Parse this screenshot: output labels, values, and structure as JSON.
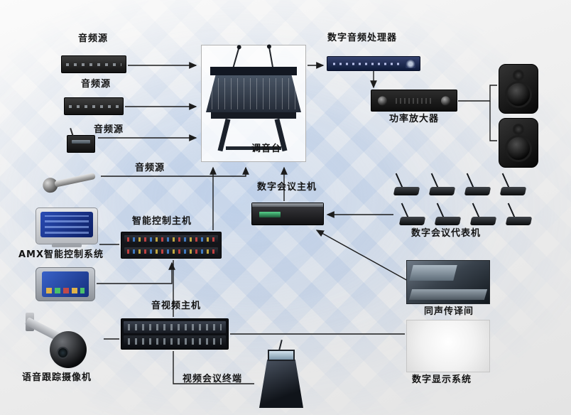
{
  "nodes": {
    "audio_source_1": "音频源",
    "audio_source_2": "音频源",
    "audio_source_3": "音频源",
    "audio_source_4": "音频源",
    "mixer": "调音台",
    "dsp": "数字音频处理器",
    "amplifier": "功率放大器",
    "conference_host": "数字会议主机",
    "delegates": "数字会议代表机",
    "control_host": "智能控制主机",
    "amx": "AMX智能控制系统",
    "av_host": "音视频主机",
    "interpretation": "同声传译间",
    "camera": "语音跟踪摄像机",
    "video_terminal": "视频会议终端",
    "display": "数字显示系统"
  },
  "colors": {
    "line": "#1c1c1c",
    "label_text": "#141414",
    "pattern_blue": "#78a0d7",
    "dsp_blue": "#1c2a52",
    "screen_blue": "#2a4cb4"
  }
}
